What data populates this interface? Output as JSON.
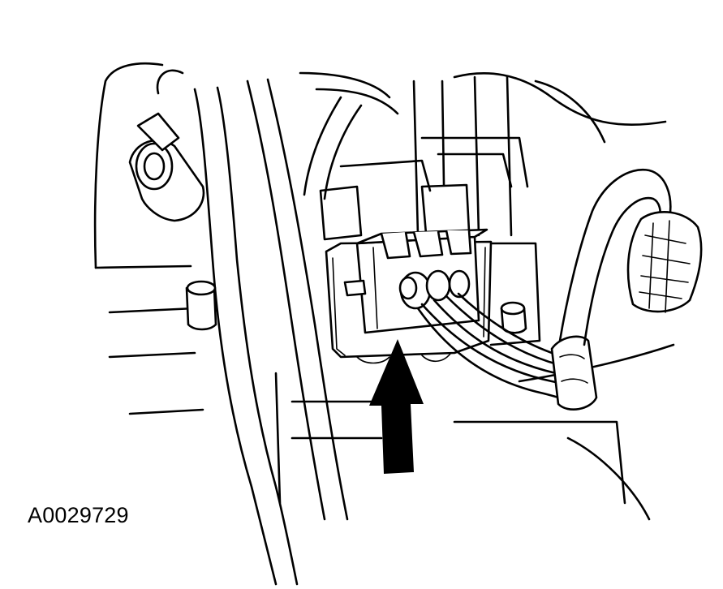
{
  "figure_id": "A0029729",
  "colors": {
    "ink": "#000000",
    "paper": "#ffffff"
  },
  "parts": {
    "connector": "electrical-connector",
    "arrow": "pointer-arrow",
    "harness": "wiring-harness",
    "hoses": "hoses",
    "bracket": "mounting-bracket"
  }
}
